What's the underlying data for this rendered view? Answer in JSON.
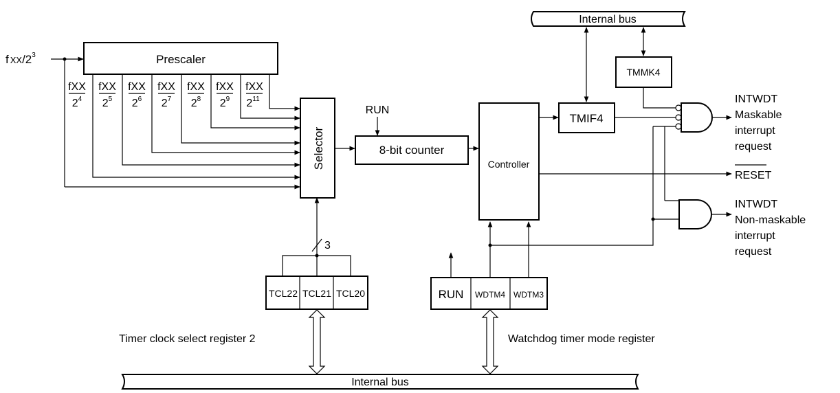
{
  "input_clock": {
    "base": "f",
    "sub": "XX",
    "div": "/2",
    "exp": "3"
  },
  "prescaler": {
    "label": "Prescaler"
  },
  "fractions": [
    {
      "num": "fXX",
      "den": "2",
      "exp": "4"
    },
    {
      "num": "fXX",
      "den": "2",
      "exp": "5"
    },
    {
      "num": "fXX",
      "den": "2",
      "exp": "6"
    },
    {
      "num": "fXX",
      "den": "2",
      "exp": "7"
    },
    {
      "num": "fXX",
      "den": "2",
      "exp": "8"
    },
    {
      "num": "fXX",
      "den": "2",
      "exp": "9"
    },
    {
      "num": "fXX",
      "den": "2",
      "exp": "11"
    }
  ],
  "selector": {
    "label": "Selector",
    "bus_width": "3"
  },
  "run_input": {
    "label": "RUN"
  },
  "counter": {
    "label": "8-bit counter"
  },
  "controller": {
    "label": "Controller"
  },
  "tmif4": {
    "label": "TMIF4"
  },
  "tmmk4": {
    "label": "TMMK4"
  },
  "internal_bus_top": {
    "label": "Internal bus"
  },
  "internal_bus_bottom": {
    "label": "Internal bus"
  },
  "tcl_register": {
    "cells": [
      "TCL22",
      "TCL21",
      "TCL20"
    ],
    "caption": "Timer clock select register 2"
  },
  "wdtm_register": {
    "cells": [
      "RUN",
      "WDTM4",
      "WDTM3"
    ],
    "caption": "Watchdog timer mode register"
  },
  "outputs": {
    "maskable": [
      "INTWDT",
      "Maskable",
      "interrupt",
      "request"
    ],
    "reset": "RESET",
    "nonmaskable": [
      "INTWDT",
      "Non-maskable",
      "interrupt",
      "request"
    ]
  }
}
